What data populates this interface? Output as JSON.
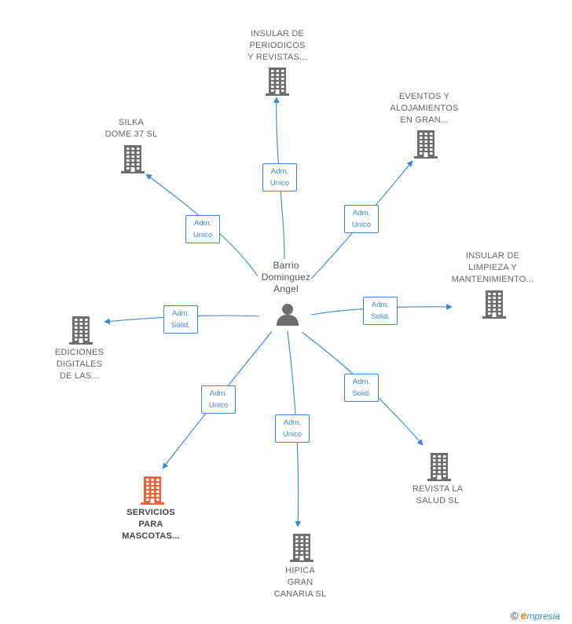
{
  "center": {
    "name_lines": [
      "Barrio",
      "Dominguez",
      "Angel"
    ],
    "icon": "person-icon"
  },
  "nodes": [
    {
      "id": "insular-periodicos",
      "lines": [
        "INSULAR DE",
        "PERIODICOS",
        "Y REVISTAS..."
      ],
      "role": [
        "Adm.",
        "Unico"
      ],
      "highlight": false
    },
    {
      "id": "eventos",
      "lines": [
        "EVENTOS Y",
        "ALOJAMIENTOS",
        "EN GRAN..."
      ],
      "role": [
        "Adm.",
        "Unico"
      ],
      "highlight": false
    },
    {
      "id": "silka",
      "lines": [
        "SILKA",
        "DOME 37  SL"
      ],
      "role": [
        "Adm.",
        "Unico"
      ],
      "highlight": false
    },
    {
      "id": "insular-limpieza",
      "lines": [
        "INSULAR DE",
        "LIMPIEZA Y",
        "MANTENIMIENTO..."
      ],
      "role": [
        "Adm.",
        "Solid."
      ],
      "highlight": false
    },
    {
      "id": "ediciones",
      "lines": [
        "EDICIONES",
        "DIGITALES",
        "DE LAS..."
      ],
      "role": [
        "Adm.",
        "Solid."
      ],
      "highlight": false
    },
    {
      "id": "revista-salud",
      "lines": [
        "REVISTA LA",
        "SALUD SL"
      ],
      "role": [
        "Adm.",
        "Solid."
      ],
      "highlight": false
    },
    {
      "id": "servicios",
      "lines": [
        "SERVICIOS",
        "PARA",
        "MASCOTAS..."
      ],
      "role": [
        "Adm.",
        "Unico"
      ],
      "highlight": true
    },
    {
      "id": "hipica",
      "lines": [
        "HIPICA",
        "GRAN",
        "CANARIA SL"
      ],
      "role": [
        "Adm.",
        "Unico"
      ],
      "highlight": false
    }
  ],
  "colors": {
    "edge": "#3b86d6",
    "building": "#6e6e6e",
    "building_highlight": "#f0643a"
  },
  "footer": {
    "copyright": "©",
    "brand_initial": "e",
    "brand_rest": "mpresia"
  }
}
